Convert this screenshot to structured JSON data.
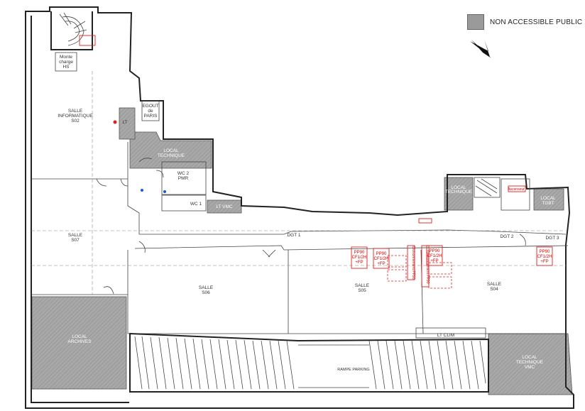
{
  "legend": {
    "label": "NON ACCESSIBLE PUBLIC",
    "swatch_color": "#9a9a9a",
    "north_icon": "north-arrow-icon"
  },
  "rooms": {
    "monte_charge": [
      "Monte",
      "charge",
      "HS"
    ],
    "salle_s02": [
      "SALLE",
      "INFORMATIQUE",
      "S02"
    ],
    "lt": "LT",
    "egout": [
      "EGOUT",
      "de",
      "PARIS"
    ],
    "local_technique_1": [
      "LOCAL",
      "TECHNIQUE"
    ],
    "wc2": [
      "WC 2",
      "PMR"
    ],
    "wc1": "WC 1",
    "lt_vmc": "LT VMC",
    "salle_s07": [
      "SALLE",
      "S07"
    ],
    "dgt1": "DGT 1",
    "salle_s06": [
      "SALLE",
      "S06"
    ],
    "salle_s05": [
      "SALLE",
      "S05"
    ],
    "salle_s04": [
      "SALLE",
      "S04"
    ],
    "dgt2": "DGT 2",
    "dgt3": "DGT 3",
    "local_technique_2": [
      "LOCAL",
      "TECHNIQUE"
    ],
    "ascenseur": "Ascenseur",
    "local_tgbt": [
      "LOCAL",
      "TGBT"
    ],
    "lt_clim": "LT CLIM",
    "local_archives": [
      "LOCAL",
      "ARCHIVES"
    ],
    "rampe_parking": "RAMPE PARKING",
    "local_technique_vmc": [
      "LOCAL",
      "TECHNIQUE",
      "VMC"
    ]
  },
  "fire_doors": {
    "d1": [
      "PP90",
      "CF1/2H",
      "+FP"
    ],
    "d2": [
      "PP90",
      "CF1/2H",
      "+FP"
    ],
    "d3": [
      "PP90",
      "CF1/2H",
      "+FP"
    ],
    "d4": [
      "PP90",
      "CF1/2H",
      "+FP"
    ],
    "partition": "Cloisonnement PP90"
  },
  "colors": {
    "fire_safety": "#e02020",
    "non_accessible": "#9a9a9a",
    "walls": "#222222"
  }
}
